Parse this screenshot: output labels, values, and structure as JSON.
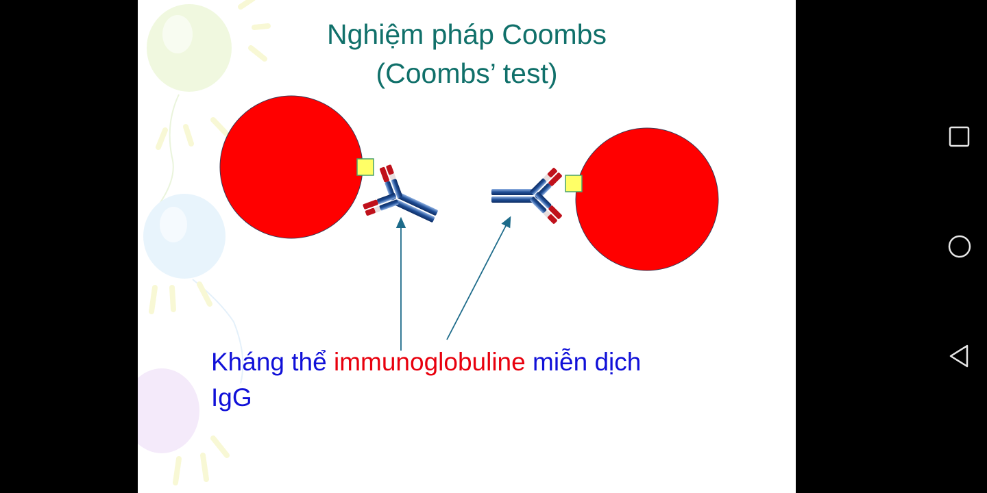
{
  "slide": {
    "title_line1": "Nghiệm pháp Coombs",
    "title_line2": "(Coombs’ test)",
    "caption": {
      "part1": "Kháng thể ",
      "part2": "immunoglobuline",
      "part3": " miễn dịch",
      "line2": "IgG"
    },
    "colors": {
      "title": "#10706a",
      "caption_blue": "#1010d8",
      "caption_red": "#e8000d",
      "red_cell": "#ff0000",
      "antigen": "#ffff66",
      "antibody": "#1f4e96",
      "arrow": "#1d6b8a"
    },
    "icons": [
      "red-blood-cell",
      "antigen-square",
      "antibody-y",
      "arrow"
    ]
  },
  "navigation_bar": {
    "buttons": [
      "recents-square-icon",
      "home-circle-icon",
      "back-triangle-icon"
    ]
  }
}
